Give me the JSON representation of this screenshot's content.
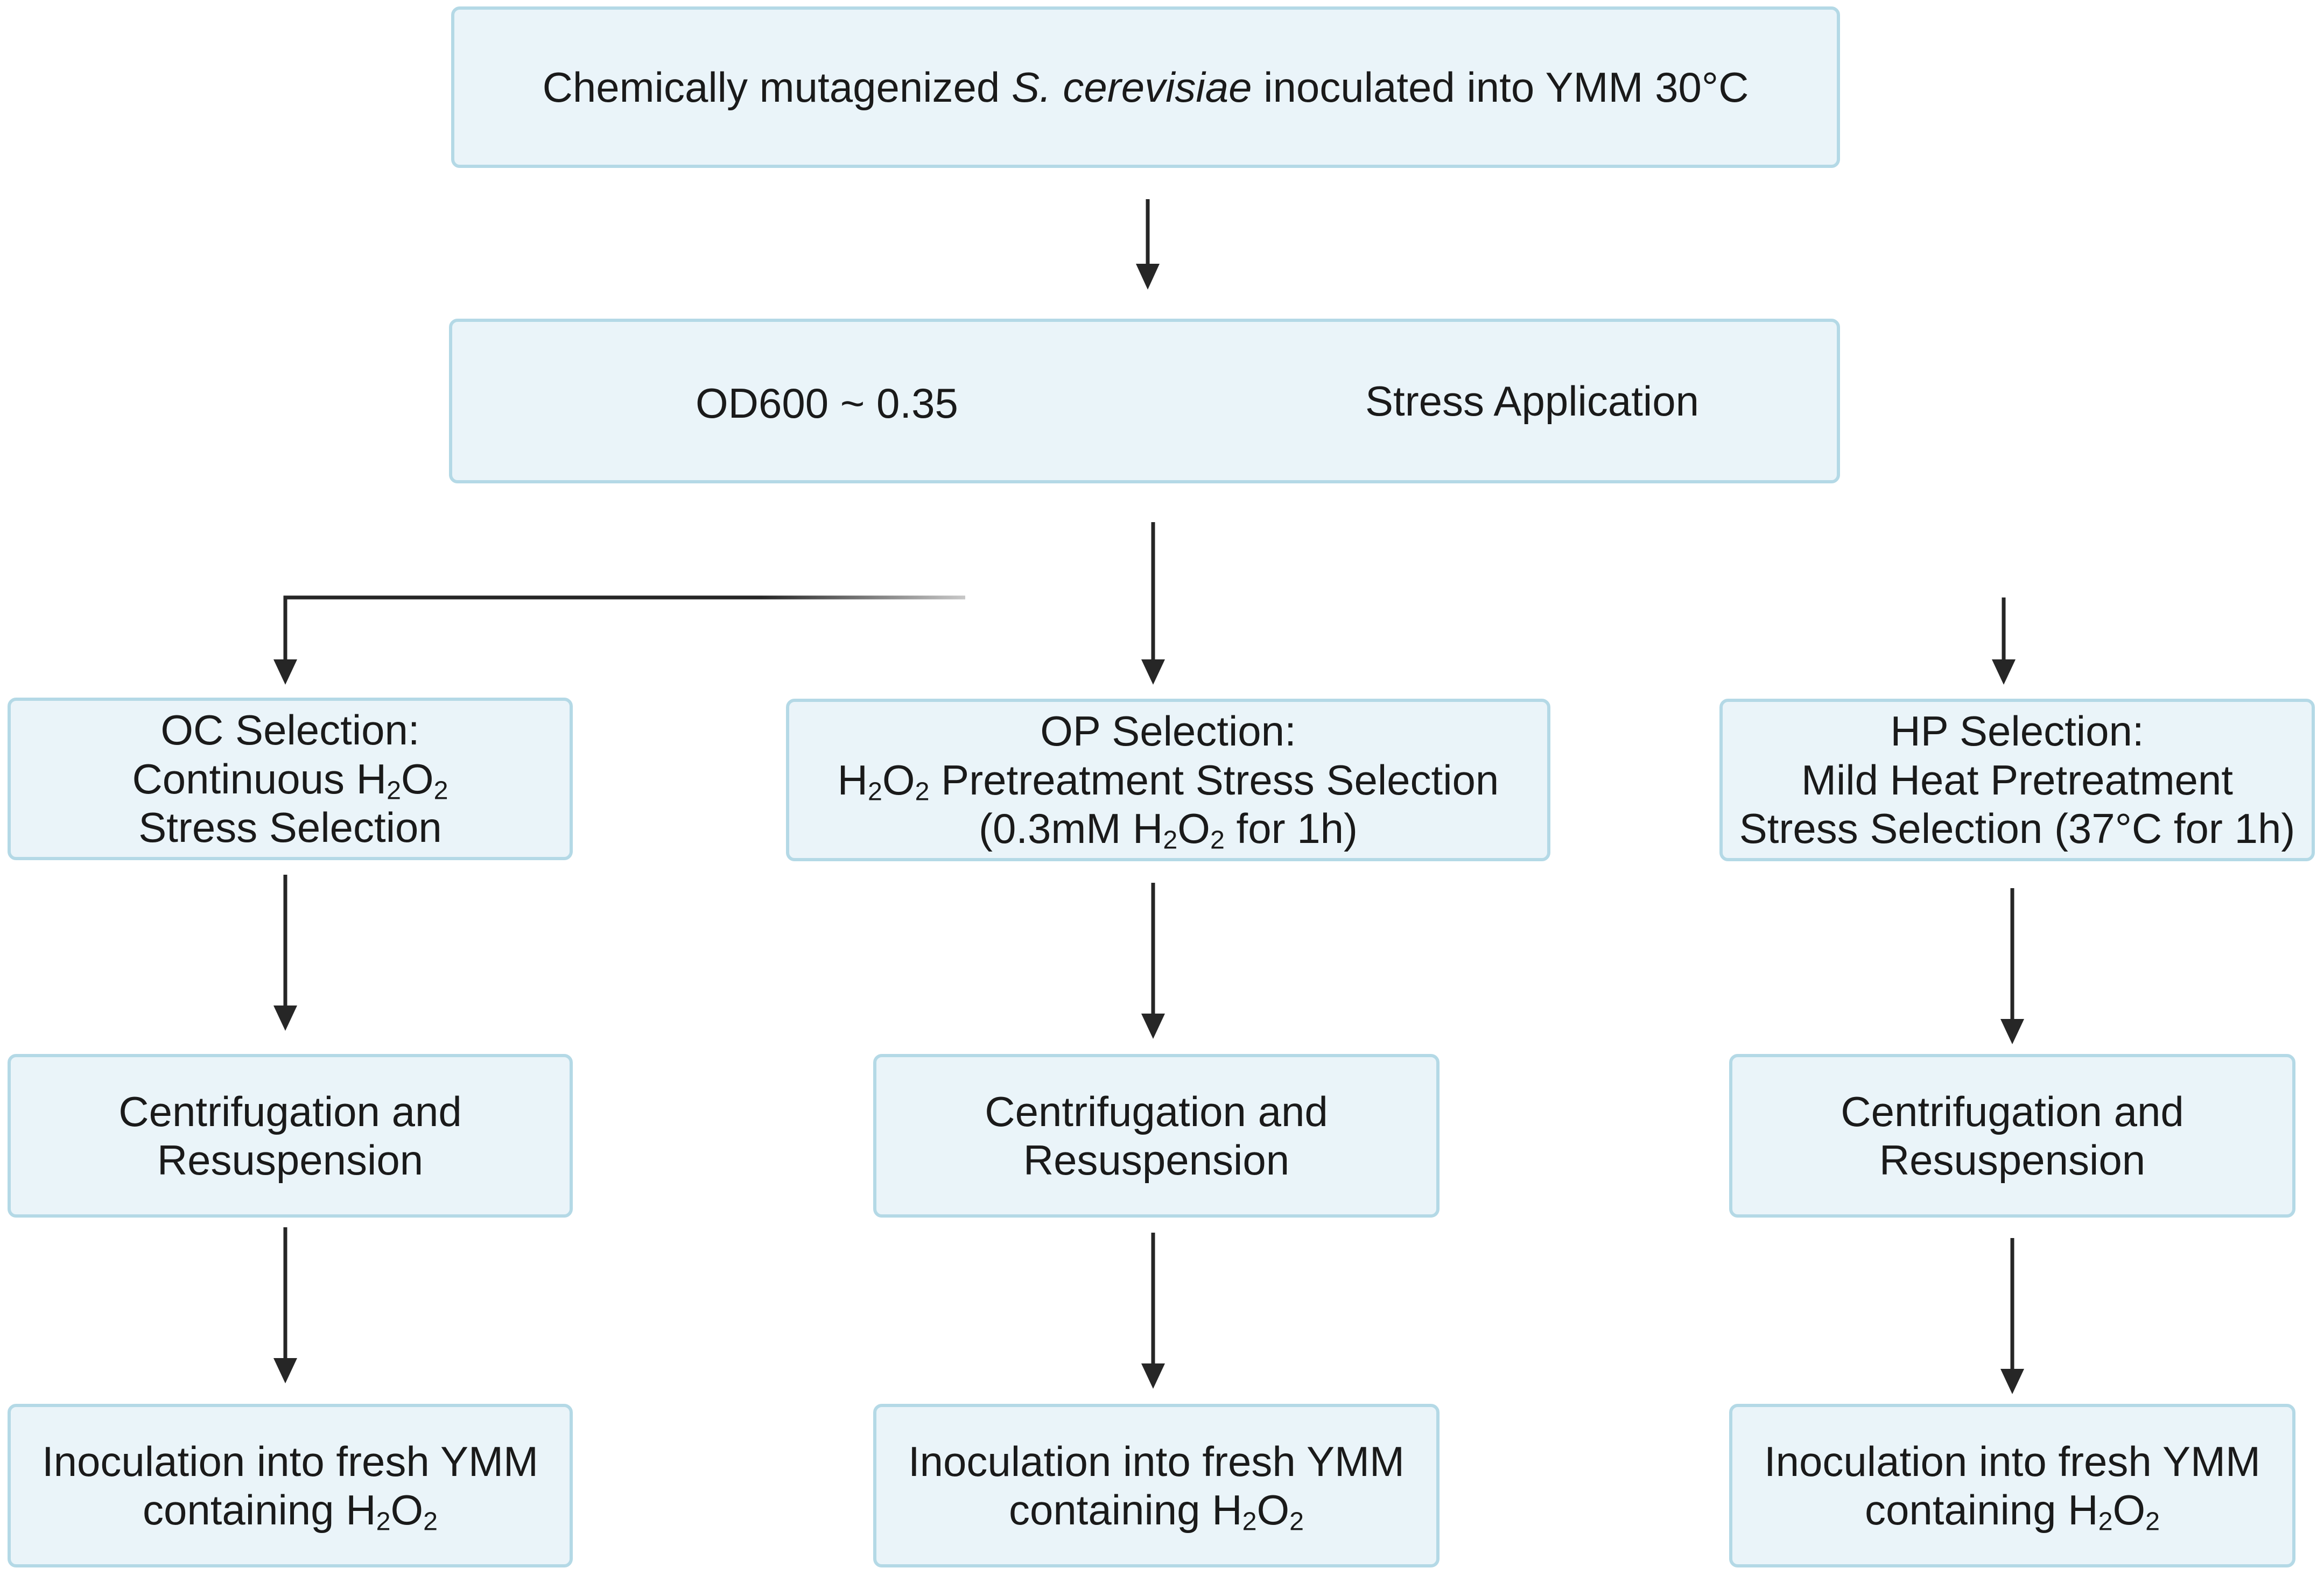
{
  "colors": {
    "box_fill": "#eaf4f9",
    "box_border": "#b4d9e6",
    "arrow": "#262626",
    "text": "#1a1a1a"
  },
  "top_box": {
    "prefix": "Chemically mutagenized ",
    "species": "S. cerevisiae",
    "suffix": " inoculated into YMM 30°C"
  },
  "od_box": {
    "od_label": "OD600 ~ 0.35",
    "stress_label": "Stress Application"
  },
  "branches": [
    {
      "selection": {
        "title": "OC Selection:",
        "line2_pre": "Continuous H",
        "line2_sub1": "2",
        "line2_mid": "O",
        "line2_sub2": "2",
        "line2_post": "",
        "line3": "Stress Selection"
      },
      "centrifugation": {
        "line1": "Centrifugation and",
        "line2": "Resuspension"
      },
      "inoculation": {
        "line1": "Inoculation into fresh YMM",
        "line2_pre": "containing H",
        "sub1": "2",
        "mid": "O",
        "sub2": "2"
      }
    },
    {
      "selection": {
        "title": "OP Selection:",
        "line2_pre": "H",
        "line2_sub1": "2",
        "line2_mid": "O",
        "line2_sub2": "2",
        "line2_post": " Pretreatment Stress Selection",
        "line3_pre": "(0.3mM H",
        "line3_sub1": "2",
        "line3_mid": "O",
        "line3_sub2": "2",
        "line3_post": " for 1h)"
      },
      "centrifugation": {
        "line1": "Centrifugation and",
        "line2": "Resuspension"
      },
      "inoculation": {
        "line1": "Inoculation into fresh YMM",
        "line2_pre": "containing H",
        "sub1": "2",
        "mid": "O",
        "sub2": "2"
      }
    },
    {
      "selection": {
        "title": "HP Selection:",
        "line2": "Mild Heat Pretreatment",
        "line3": "Stress Selection (37°C for 1h)"
      },
      "centrifugation": {
        "line1": "Centrifugation and",
        "line2": "Resuspension"
      },
      "inoculation": {
        "line1": "Inoculation into fresh YMM",
        "line2_pre": "containing H",
        "sub1": "2",
        "mid": "O",
        "sub2": "2"
      }
    }
  ]
}
